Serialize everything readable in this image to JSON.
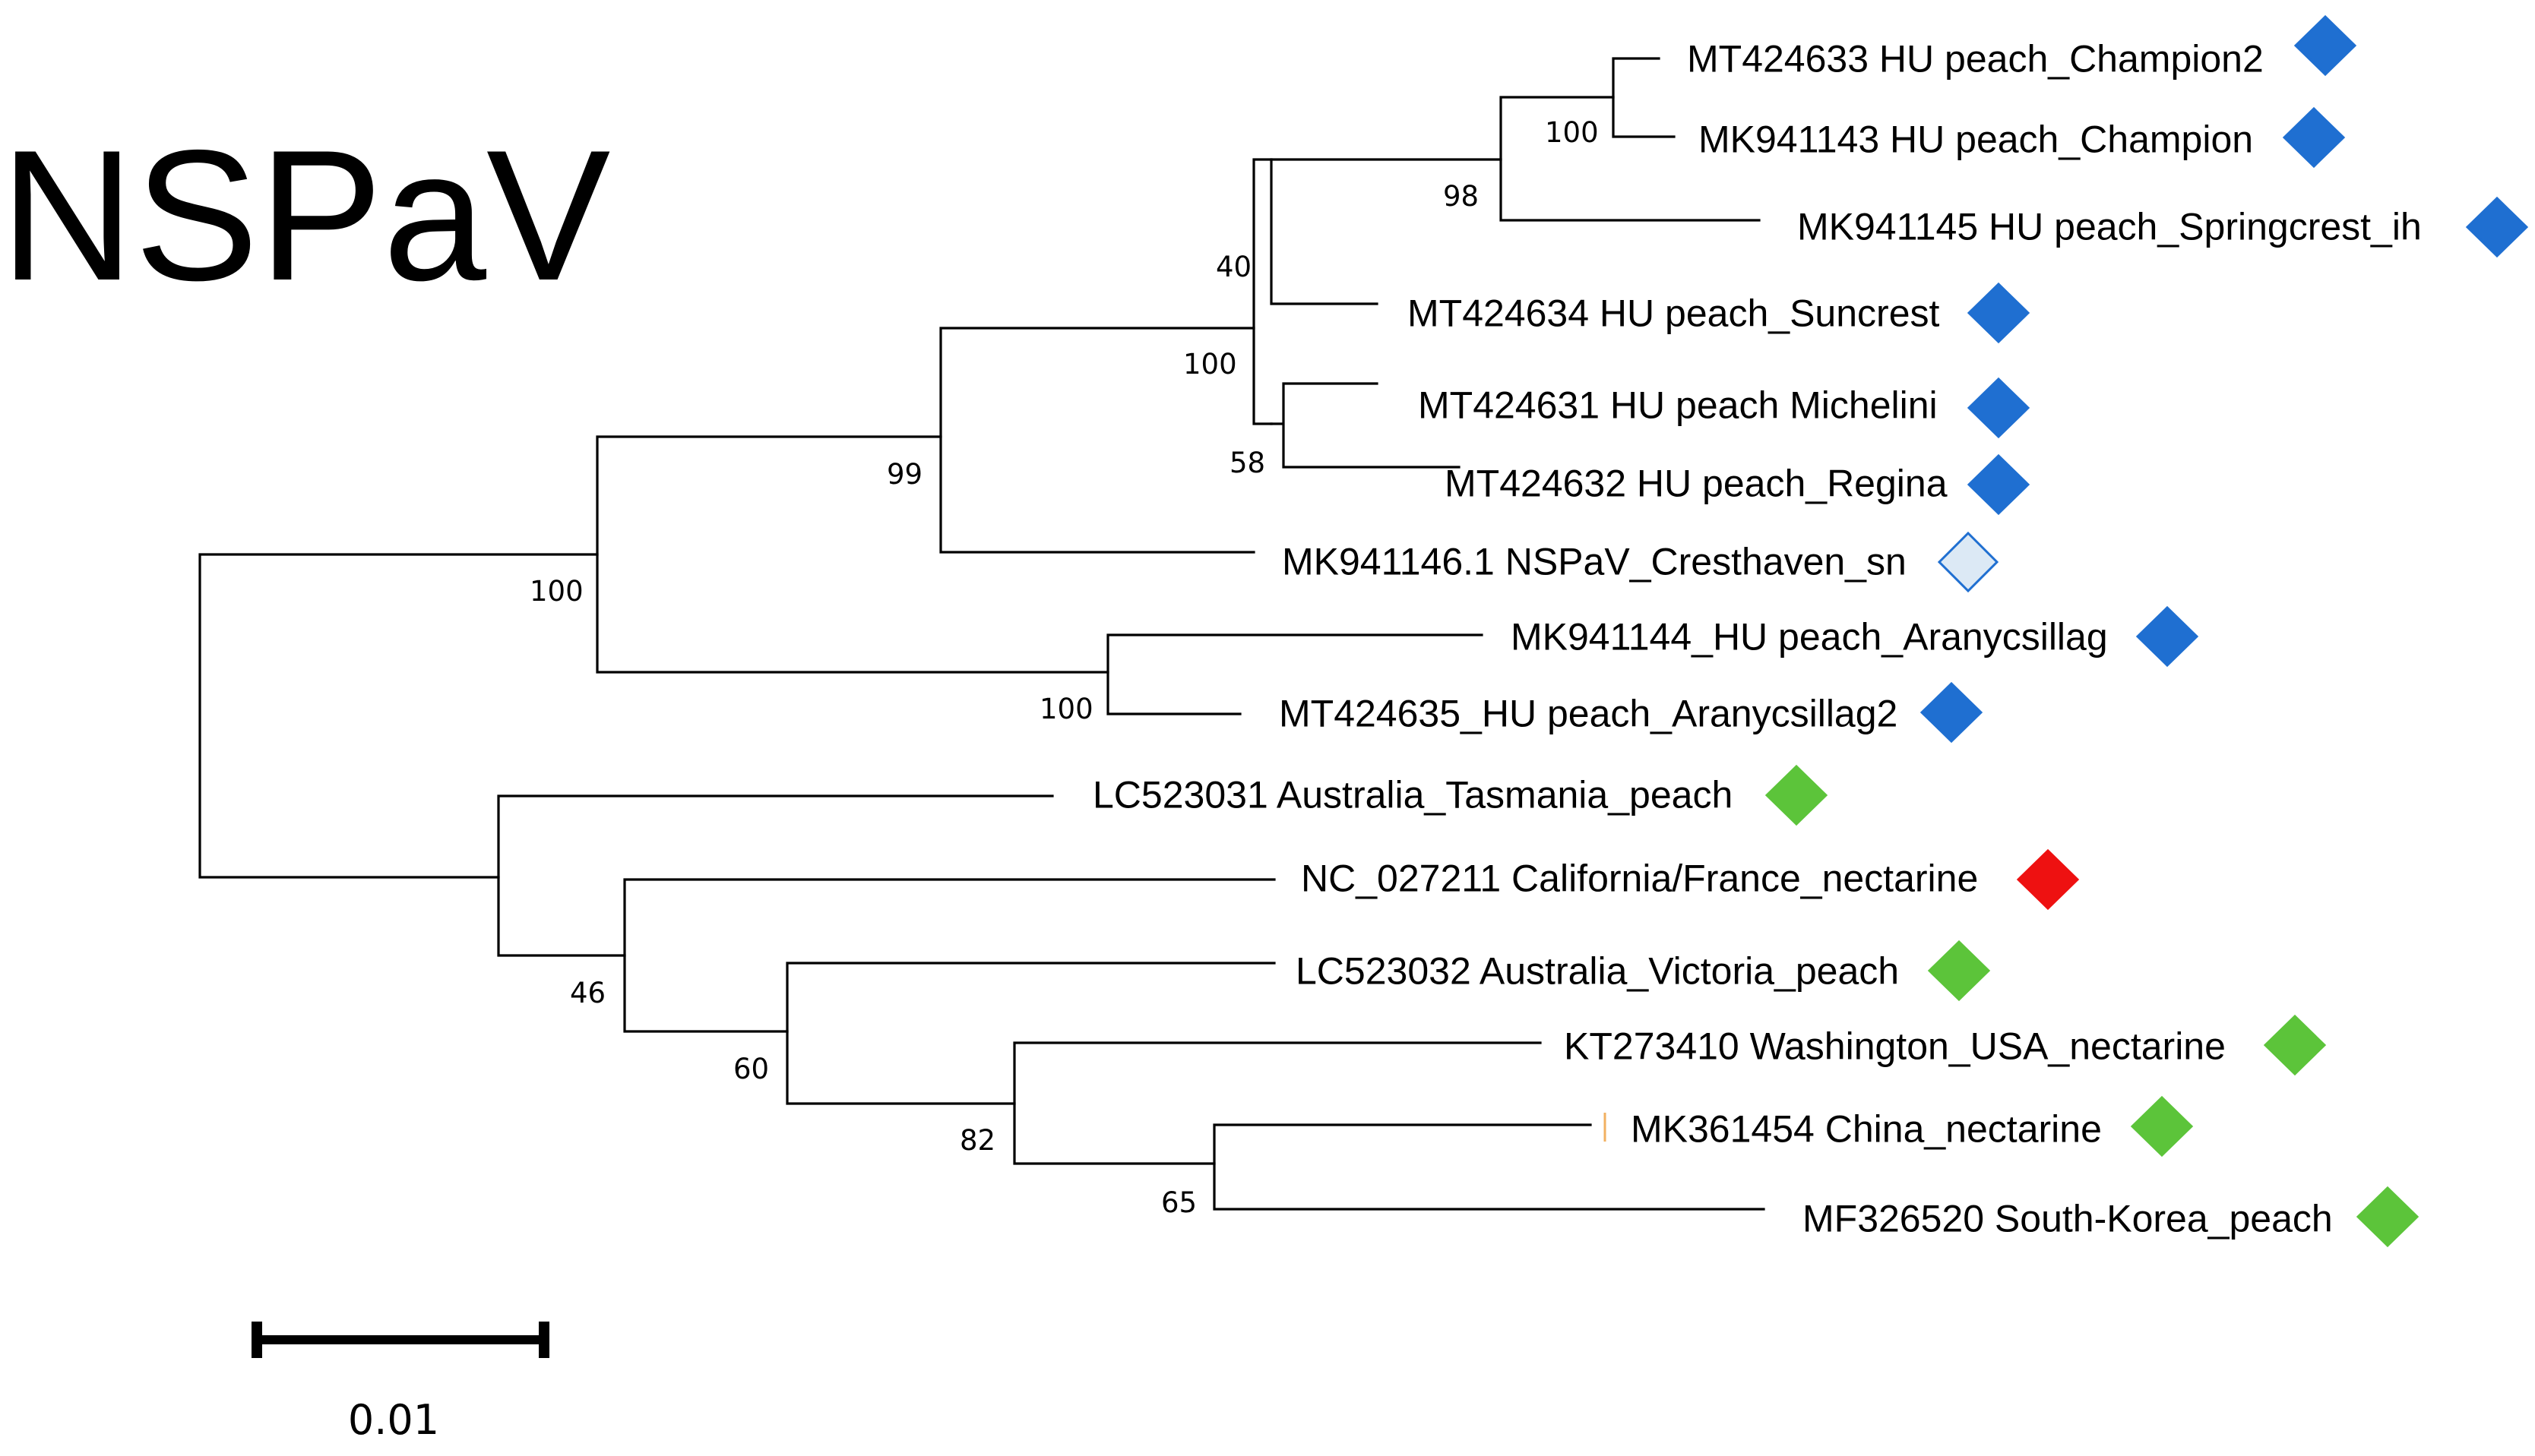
{
  "title": "NSPaV",
  "taxa": [
    {
      "id": "champion2",
      "label": "MT424633 HU peach_Champion2",
      "color": "#1f6fd1"
    },
    {
      "id": "champion",
      "label": "MK941143 HU peach_Champion",
      "color": "#1f6fd1"
    },
    {
      "id": "springcrest",
      "label": "MK941145 HU peach_Springcrest_ih",
      "color": "#1f6fd1"
    },
    {
      "id": "suncrest",
      "label": "MT424634 HU peach_Suncrest",
      "color": "#1f6fd1"
    },
    {
      "id": "michelini",
      "label": "MT424631 HU peach Michelini",
      "color": "#1f6fd1"
    },
    {
      "id": "regina",
      "label": "MT424632 HU peach_Regina",
      "color": "#1f6fd1"
    },
    {
      "id": "cresthaven",
      "label": "MK941146.1 NSPaV_Cresthaven_sn",
      "color": "#dce9f5"
    },
    {
      "id": "aranycsillag",
      "label": "MK941144_HU peach_Aranycsillag",
      "color": "#1f6fd1"
    },
    {
      "id": "aranycsillag2",
      "label": "MT424635_HU peach_Aranycsillag2",
      "color": "#1f6fd1"
    },
    {
      "id": "tasmania",
      "label": "LC523031 Australia_Tasmania_peach",
      "color": "#5cc43a"
    },
    {
      "id": "california",
      "label": "NC_027211 California/France_nectarine",
      "color": "#ee1111"
    },
    {
      "id": "victoria",
      "label": "LC523032 Australia_Victoria_peach",
      "color": "#5cc43a"
    },
    {
      "id": "washington",
      "label": "KT273410 Washington_USA_nectarine",
      "color": "#5cc43a"
    },
    {
      "id": "china",
      "label": "MK361454 China_nectarine",
      "color": "#5cc43a"
    },
    {
      "id": "korea",
      "label": "MF326520 South-Korea_peach",
      "color": "#5cc43a"
    }
  ],
  "bootstrap": {
    "champion_pair": "100",
    "champion_springcrest": "98",
    "suncrest_group": "40",
    "hu_core": "100",
    "michelini_regina": "58",
    "hu_cresthaven": "99",
    "hu_all": "100",
    "aranycsillag_pair": "100",
    "green_clade": "46",
    "victoria_group": "60",
    "washington_group": "82",
    "china_korea": "65"
  },
  "scale": {
    "label": "0.01"
  }
}
